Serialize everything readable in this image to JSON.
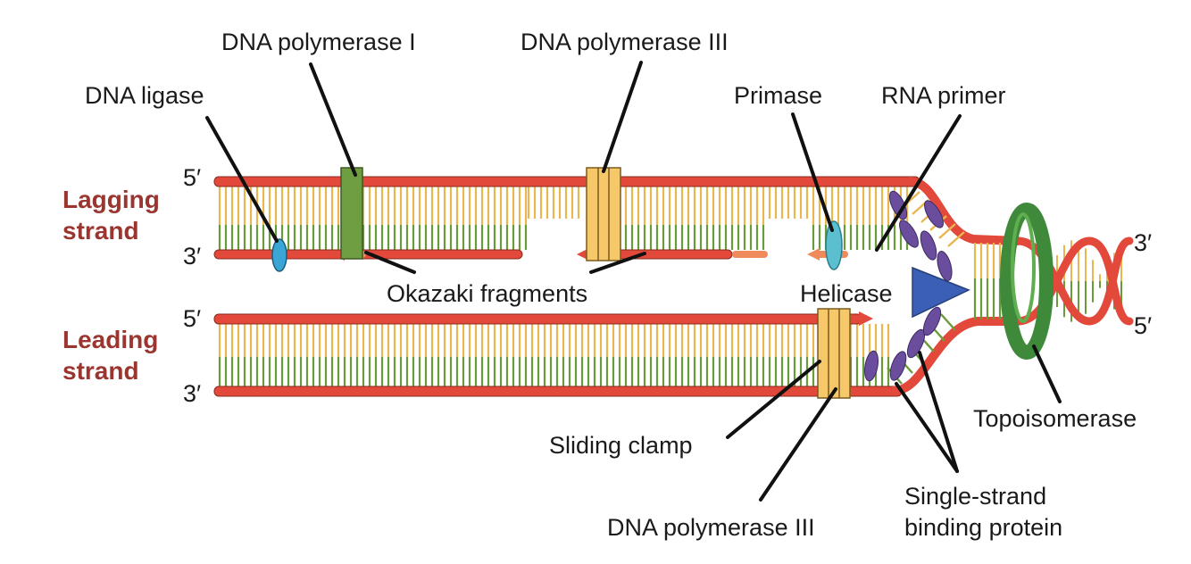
{
  "colors": {
    "backbone": "#e2493b",
    "backbone_edge": "#8a2a1c",
    "base_yellow": "#e9b64f",
    "base_green": "#6b9a3a",
    "primer": "#ef8a5a",
    "pol1": "#6f9d42",
    "pol3": "#f6c86a",
    "ligase": "#3aa6d6",
    "primase": "#5bbfd0",
    "ssb": "#6b4d9e",
    "helicase": "#3b5fb5",
    "topo": "#3f8a3a",
    "strand_label": "#9a3530",
    "text": "#1a1a1a"
  },
  "strand_labels": {
    "lagging_line1": "Lagging",
    "lagging_line2": "strand",
    "leading_line1": "Leading",
    "leading_line2": "strand"
  },
  "ends": {
    "lagging_top": "5′",
    "lagging_bottom": "3′",
    "leading_top": "5′",
    "leading_bottom": "3′",
    "parent_top": "3′",
    "parent_bottom": "5′"
  },
  "labels": {
    "dna_pol_1": "DNA polymerase I",
    "dna_pol_3_top": "DNA polymerase III",
    "dna_ligase": "DNA ligase",
    "primase": "Primase",
    "rna_primer": "RNA primer",
    "okazaki": "Okazaki fragments",
    "helicase": "Helicase",
    "topoisomerase": "Topoisomerase",
    "sliding_clamp": "Sliding clamp",
    "dna_pol_3_bottom": "DNA polymerase III",
    "ssb_line1": "Single-strand",
    "ssb_line2": "binding protein"
  },
  "icons": {
    "helicase": "triangle-icon",
    "topoisomerase": "ring-icon",
    "ligase": "oval-icon",
    "primase": "oval-icon",
    "ssb": "oval-icon",
    "polymerase": "clamp-icon"
  }
}
